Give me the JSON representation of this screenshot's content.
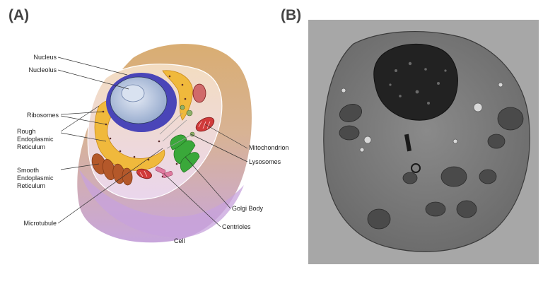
{
  "panels": {
    "a": {
      "letter": "(A)"
    },
    "b": {
      "letter": "(B)"
    }
  },
  "labels": {
    "nucleus": "Nucleus",
    "nucleolus": "Nucleolus",
    "ribosomes": "Ribosomes",
    "rough_er": [
      "Rough",
      "Endoplasmic",
      "Reticulum"
    ],
    "smooth_er": [
      "Smooth",
      "Endoplasmic",
      "Reticulum"
    ],
    "microtubule": "Microtubule",
    "cell": "Cell",
    "mitochondrion": "Mitochondrion",
    "lysosomes": "Lysosomes",
    "golgi_body": "Golgi Body",
    "centrioles": "Centrioles"
  },
  "colors": {
    "cytoplasm_top": "#d9b07a",
    "cytoplasm_bottom": "#c9a6d8",
    "nucleus_envelope": "#4a45b8",
    "nucleoplasm": "#b8c7df",
    "rough_er": "#f0b93c",
    "smooth_er": "#b4582a",
    "golgi": "#3aa83a",
    "mitochondrion": "#d03a3a",
    "micrograph_bg": "#9c9c9c"
  }
}
